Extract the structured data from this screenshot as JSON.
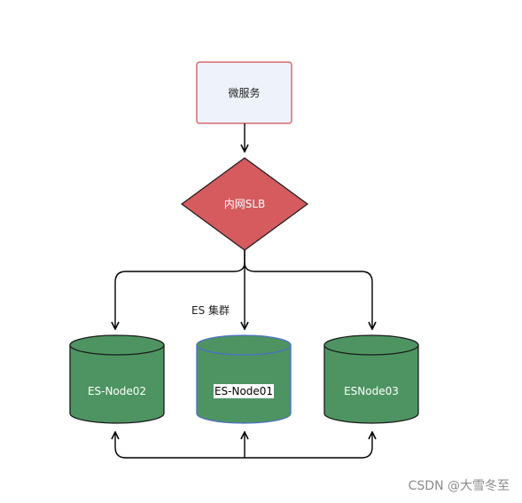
{
  "diagram": {
    "service_label": "微服务",
    "slb_label": "内网SLB",
    "cluster_label": "ES 集群",
    "node_left_label": "ES-Node02",
    "node_center_label": "ES-Node01",
    "node_right_label": "ESNode03"
  },
  "watermark": "CSDN @大雪冬至",
  "colors": {
    "service_fill": "#eef3fb",
    "service_border": "#d9696d",
    "slb_fill": "#d55b5e",
    "node_fill": "#4e9462",
    "center_node_border": "#4a6fc7",
    "line": "#000000"
  }
}
